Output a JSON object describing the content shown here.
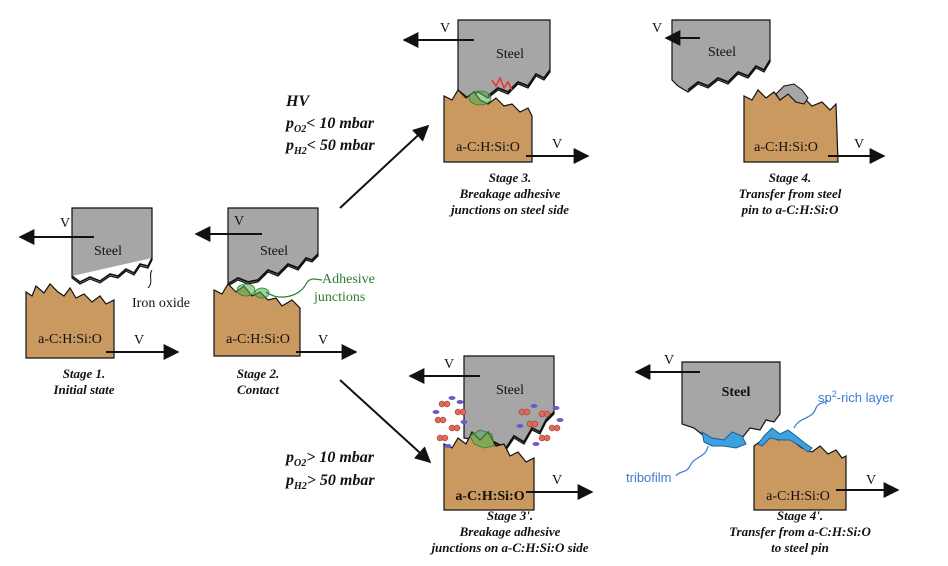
{
  "materials": {
    "steel": "Steel",
    "coating": "a-C:H:Si:O"
  },
  "velocity_label": "V",
  "conditions": {
    "upper": {
      "line1": "HV",
      "line2_prefix": "p",
      "line2_sub": "O2",
      "line2_rest": "< 10 mbar",
      "line3_prefix": "p",
      "line3_sub": "H2",
      "line3_rest": "< 50 mbar"
    },
    "lower": {
      "line1_prefix": "p",
      "line1_sub": "O2",
      "line1_rest": "> 10 mbar",
      "line2_prefix": "p",
      "line2_sub": "H2",
      "line2_rest": "> 50 mbar"
    }
  },
  "annotations": {
    "iron_oxide": "Iron oxide",
    "adhesive_1": "Adhesive",
    "adhesive_2": "junctions",
    "tribofilm": "tribofilm",
    "sp2_prefix": "sp",
    "sp2_sup": "2",
    "sp2_rest": "-rich layer"
  },
  "stages": {
    "s1": {
      "title": "Stage 1.",
      "line1": "Initial state"
    },
    "s2": {
      "title": "Stage 2.",
      "line1": "Contact"
    },
    "s3": {
      "title": "Stage 3.",
      "line1": "Breakage adhesive",
      "line2": "junctions on steel side"
    },
    "s4": {
      "title": "Stage 4.",
      "line1": "Transfer from steel",
      "line2": "pin to a-C:H:Si:O"
    },
    "s3p": {
      "title": "Stage 3'.",
      "line1": "Breakage adhesive",
      "line2": "junctions on a-C:H:Si:O side"
    },
    "s4p": {
      "title": "Stage 4'.",
      "line1": "Transfer from a-C:H:Si:O",
      "line2": "to steel pin"
    }
  },
  "colors": {
    "steel": "#a6a6a6",
    "coating": "#c9995f",
    "adhesive": "#4caf50",
    "tribofilm": "#3fa0e0",
    "transfer_particle": "#e06b5b",
    "oxygen_particle": "#6a5acd",
    "red_wear": "#e53935"
  }
}
